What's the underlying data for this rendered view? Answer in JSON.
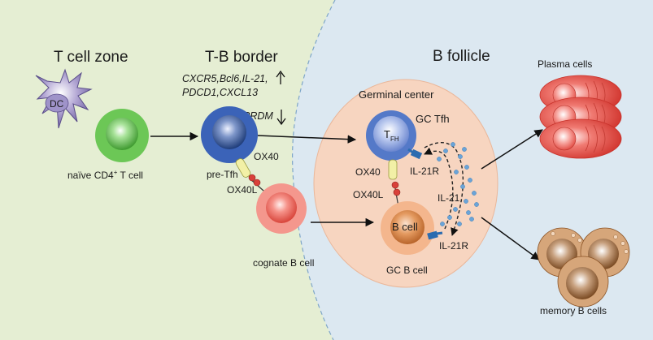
{
  "zones": {
    "t_cell_zone": "T cell zone",
    "tb_border": "T-B border",
    "b_follicle": "B follicle",
    "germinal_center": "Germinal center"
  },
  "genes": {
    "up_line1": "CXCR5,Bcl6,IL-21,",
    "up_line2": "PDCD1,CXCL13",
    "down": "PRDM"
  },
  "cells": {
    "dc": "DC",
    "naive_main": "naïve CD4",
    "naive_sup": "+",
    "naive_rest": " T cell",
    "pre_tfh": "pre-Tfh",
    "cognate_b": "cognate B cell",
    "gc_tfh": "GC Tfh",
    "tfh_main": "T",
    "tfh_sub": "FH",
    "b_cell": "B cell",
    "gc_b": "GC B cell",
    "plasma": "Plasma cells",
    "memory": "memory B cells"
  },
  "molecules": {
    "ox40_a": "OX40",
    "ox40l_a": "OX40L",
    "ox40_b": "OX40",
    "ox40l_b": "OX40L",
    "il21r_a": "IL-21R",
    "il21": "IL-21",
    "il21r_b": "IL-21R"
  },
  "colors": {
    "tzone": "#e6efd4",
    "follicle": "#dde9f2",
    "gc_fill": "#f7d6c0",
    "naive": "#5bbf45",
    "pretfh": "#2f55a4",
    "cognate": "#f26a5c",
    "tfh_gc": "#4a6fc4",
    "bcell": "#d27b3f",
    "plasma": "#e8463e",
    "memory": "#a5683a",
    "dc": "#8a78b5",
    "receptor": "#2b6cb0",
    "il21_dot": "#5b9bd5"
  }
}
